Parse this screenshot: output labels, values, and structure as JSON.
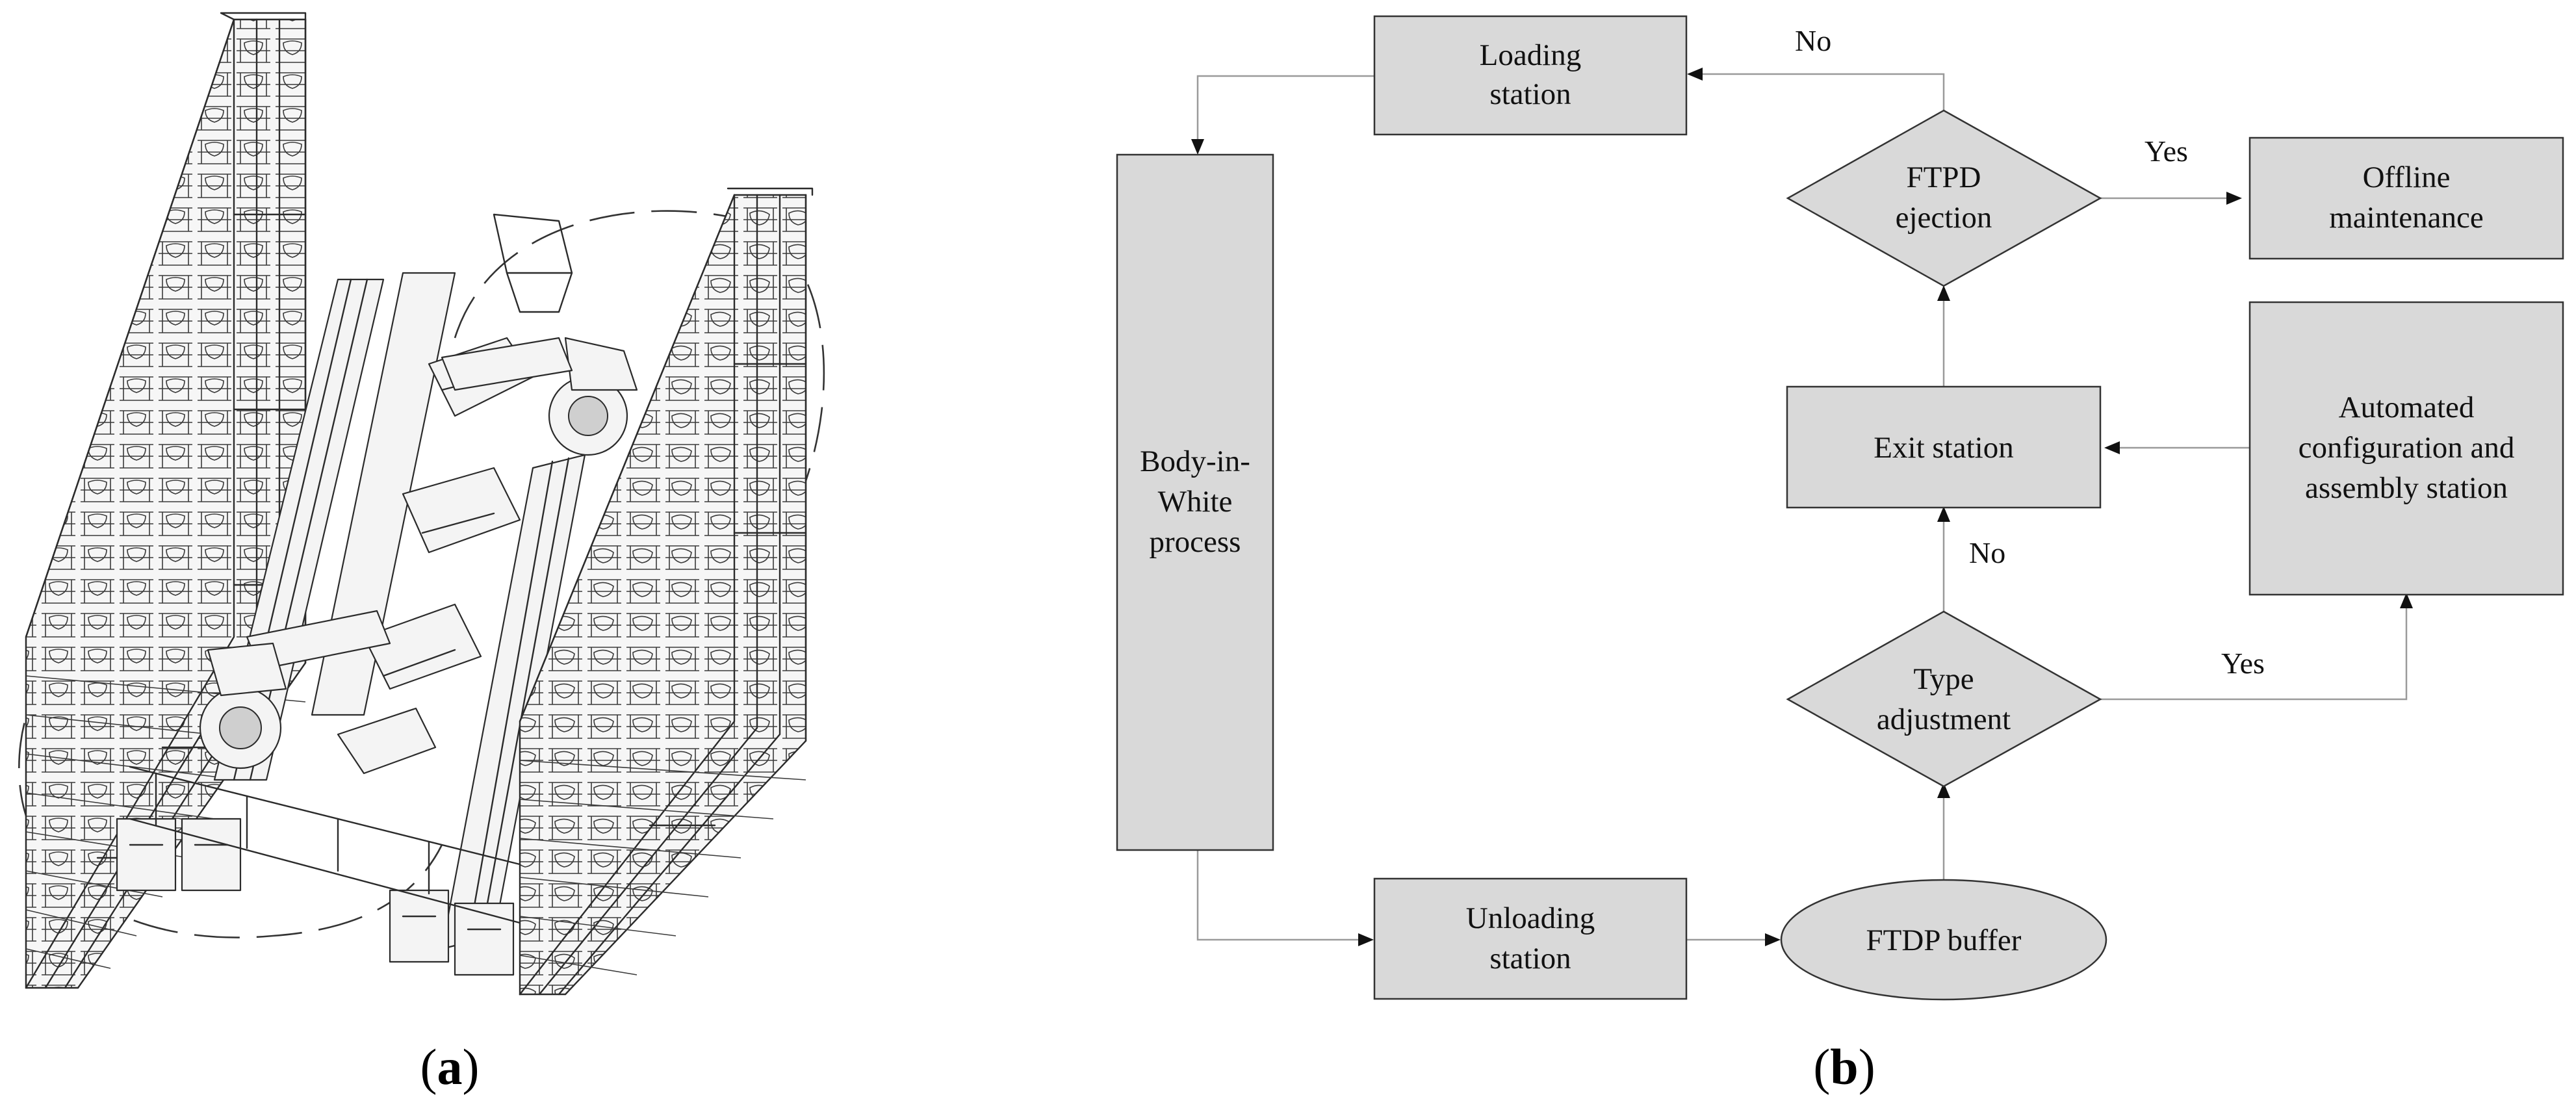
{
  "panels": {
    "a_letter": "a",
    "b_letter": "b"
  },
  "colors": {
    "box_fill": "#d9d9d9",
    "box_stroke": "#333333",
    "edge": "#9a9a9a",
    "text": "#111111"
  },
  "flowchart": {
    "nodes": [
      {
        "id": "loading",
        "shape": "rect",
        "lines": [
          "Loading",
          "station"
        ]
      },
      {
        "id": "biw",
        "shape": "rect",
        "lines": [
          "Body-in-",
          "White",
          "process"
        ]
      },
      {
        "id": "unloading",
        "shape": "rect",
        "lines": [
          "Unloading",
          "station"
        ]
      },
      {
        "id": "buffer",
        "shape": "ellipse",
        "lines": [
          "FTDP buffer"
        ]
      },
      {
        "id": "type_adj",
        "shape": "diamond",
        "lines": [
          "Type",
          "adjustment"
        ]
      },
      {
        "id": "exit",
        "shape": "rect",
        "lines": [
          "Exit station"
        ]
      },
      {
        "id": "ejection",
        "shape": "diamond",
        "lines": [
          "FTPD",
          "ejection"
        ]
      },
      {
        "id": "offline",
        "shape": "rect",
        "lines": [
          "Offline",
          "maintenance"
        ]
      },
      {
        "id": "auto",
        "shape": "rect",
        "lines": [
          "Automated",
          "configuration and",
          "assembly station"
        ]
      }
    ],
    "edges": [
      {
        "from": "loading",
        "to": "biw",
        "label": ""
      },
      {
        "from": "biw",
        "to": "unloading",
        "label": ""
      },
      {
        "from": "unloading",
        "to": "buffer",
        "label": ""
      },
      {
        "from": "buffer",
        "to": "type_adj",
        "label": ""
      },
      {
        "from": "type_adj",
        "to": "exit",
        "label": "No"
      },
      {
        "from": "type_adj",
        "to": "auto",
        "label": "Yes"
      },
      {
        "from": "auto",
        "to": "exit",
        "label": ""
      },
      {
        "from": "exit",
        "to": "ejection",
        "label": ""
      },
      {
        "from": "ejection",
        "to": "offline",
        "label": "Yes"
      },
      {
        "from": "ejection",
        "to": "loading",
        "label": "No"
      }
    ]
  }
}
